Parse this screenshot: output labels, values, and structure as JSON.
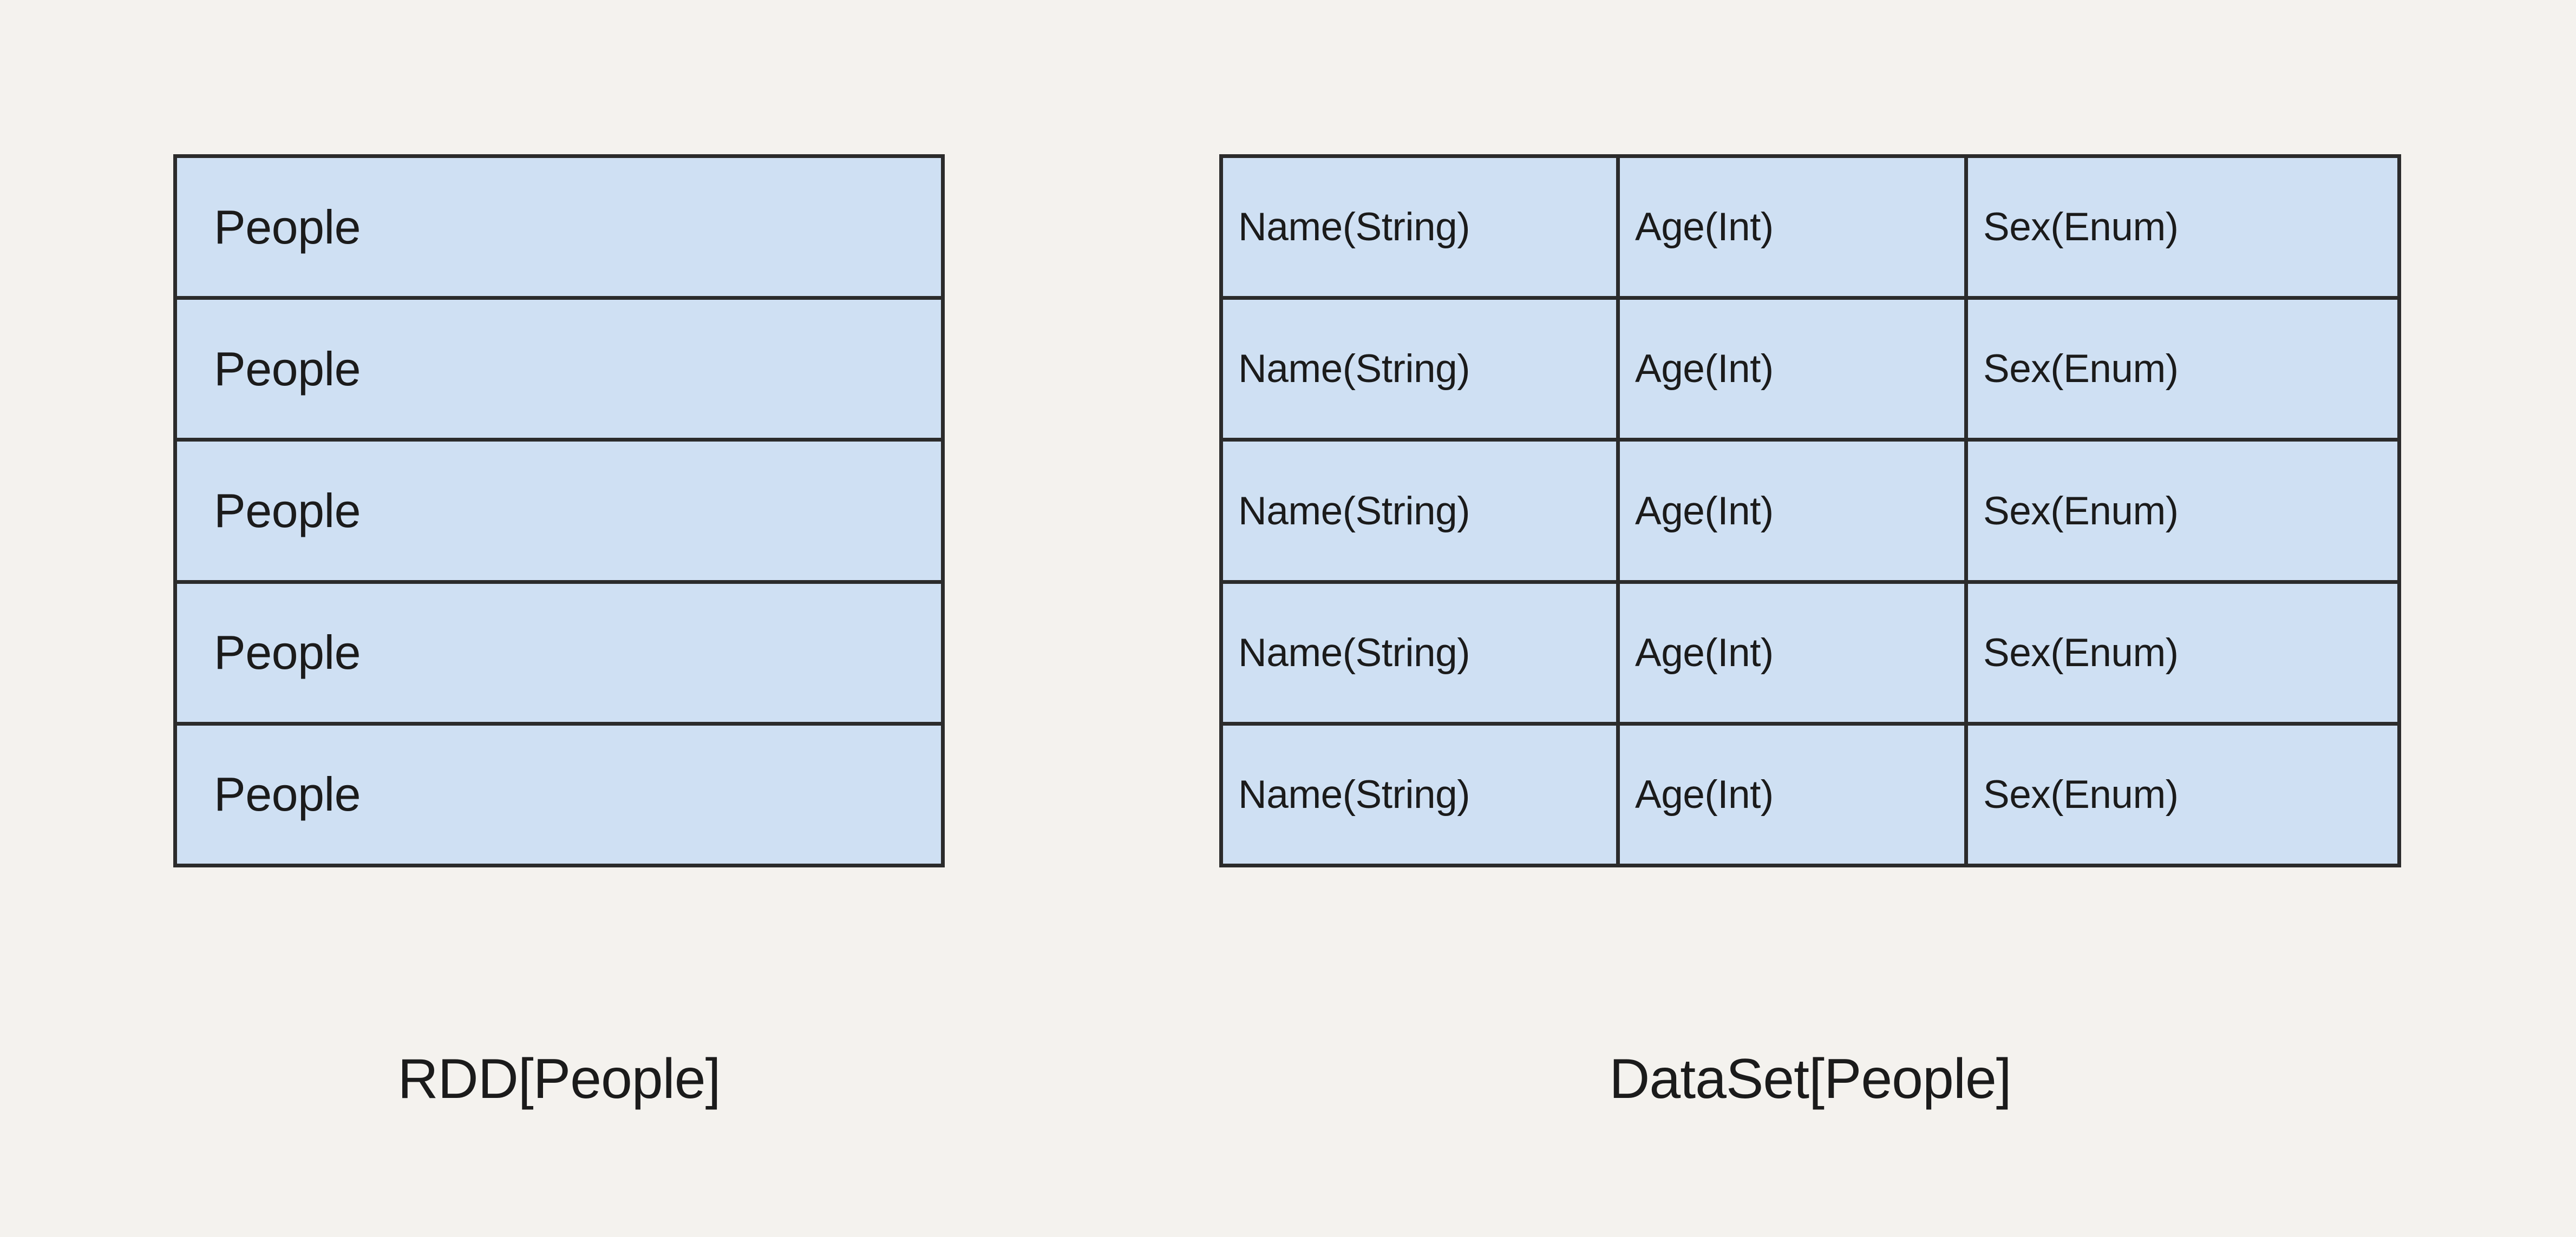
{
  "background_color": "#f4f2ee",
  "box_fill_color": "#cfe0f3",
  "border_color": "#2b2b2b",
  "text_color": "#1b1b1b",
  "diagram": {
    "left": {
      "caption": "RDD[People]",
      "row_label": "People",
      "rows": [
        {
          "label": "People"
        },
        {
          "label": "People"
        },
        {
          "label": "People"
        },
        {
          "label": "People"
        },
        {
          "label": "People"
        }
      ]
    },
    "right": {
      "caption": "DataSet[People]",
      "columns": [
        "Name(String)",
        "Age(Int)",
        "Sex(Enum)"
      ],
      "rows": [
        {
          "cells": [
            "Name(String)",
            "Age(Int)",
            "Sex(Enum)"
          ]
        },
        {
          "cells": [
            "Name(String)",
            "Age(Int)",
            "Sex(Enum)"
          ]
        },
        {
          "cells": [
            "Name(String)",
            "Age(Int)",
            "Sex(Enum)"
          ]
        },
        {
          "cells": [
            "Name(String)",
            "Age(Int)",
            "Sex(Enum)"
          ]
        },
        {
          "cells": [
            "Name(String)",
            "Age(Int)",
            "Sex(Enum)"
          ]
        }
      ]
    }
  }
}
